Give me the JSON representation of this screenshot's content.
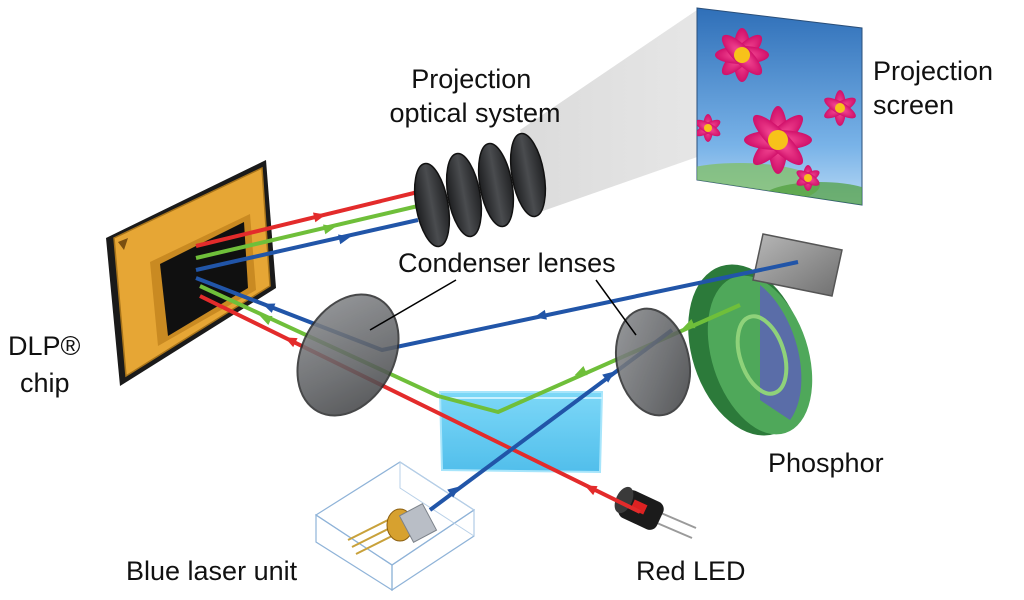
{
  "labels": {
    "projection_optical_system": [
      "Projection",
      "optical system"
    ],
    "projection_screen": [
      "Projection",
      "screen"
    ],
    "condenser_lenses": "Condenser lenses",
    "dlp_chip": [
      "DLP®",
      "chip"
    ],
    "phosphor": "Phosphor",
    "blue_laser_unit": "Blue laser unit",
    "red_led": "Red LED"
  },
  "colors": {
    "red_beam": "#e32b2b",
    "green_beam": "#6fbf3a",
    "blue_beam": "#2155a8",
    "dlp_frame": "#e6a635",
    "prism": "#4fc3f0",
    "phosphor_green": "#3f9a4c",
    "phosphor_blue": "#5565a8",
    "lens_gray": "#6b6d70"
  }
}
